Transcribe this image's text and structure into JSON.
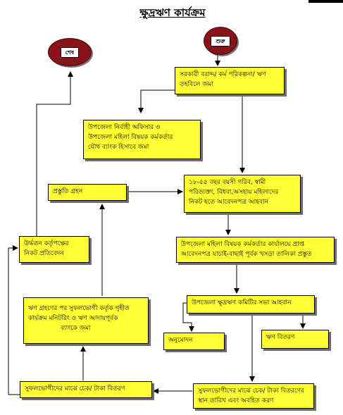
{
  "title": "ক্ষুদ্রঋণ কার্যক্রম",
  "terminals": {
    "end": "শেষ",
    "start": "শুরু"
  },
  "boxes": {
    "allocation": [
      "সরকারী বরাদ্দ/ কর্ম পরিকল্পনা/ ঋণ",
      "তহবিলে জমা"
    ],
    "joint_account": [
      "উপজেলা নির্বাহী অফিসার ও",
      "উপজেলা মহিলা বিষয়ক কর্মকর্তার",
      "যৌথ ব্যাংক হিসাবে জমা"
    ],
    "preparation": [
      "প্রস্তুতি গ্রহন"
    ],
    "applications": [
      "১৮-৫৫ বছর বয়সী গরিব, স্বামী",
      "পরিত্যক্তা, বিধবা,অসহায় মহিলাদের",
      "নিকট হতে আবেদনপত্র আহবান"
    ],
    "report": [
      "উর্দ্ধতন কর্তৃপক্ষের",
      "নিকট প্রতিবেদন"
    ],
    "draft_list": [
      "উপজেলা মহিলা বিষয়ক কর্মকর্তার কার্যালয়ে প্রাপ্ত",
      "আবেদনপত্র যাচাই-বাছাই পূর্বক খসড়া তালিকা প্রস্তুত"
    ],
    "committee": [
      "উপজেলা ক্ষুদ্রঋণ কমিটির সভা আহবান"
    ],
    "monitoring": [
      "ঋণ গ্রহণের পর সুফলভোগী কর্তৃক গৃহীত",
      "কার্যক্রম মনিটরিং ও ঋণ আদায়পূর্বক",
      "ব্যাংকে জমা"
    ],
    "approval": [
      "অনুমোদন"
    ],
    "loan_distribution": [
      "ঋণ বিতরণ"
    ],
    "cheque_distribution": [
      "সুফলভোগীদের মাঝে চেক/ টাকা বিতরণ"
    ],
    "venue_date": [
      "সুফলভোগীদের মাঝে চেক/ টাকা বিতরণের",
      "স্থান তারিখ এবং অবহিত করণ"
    ]
  },
  "colors": {
    "box_fill": "#ffff33",
    "terminal_fill": "#8c1219",
    "shadow": "#6e6e6e"
  }
}
